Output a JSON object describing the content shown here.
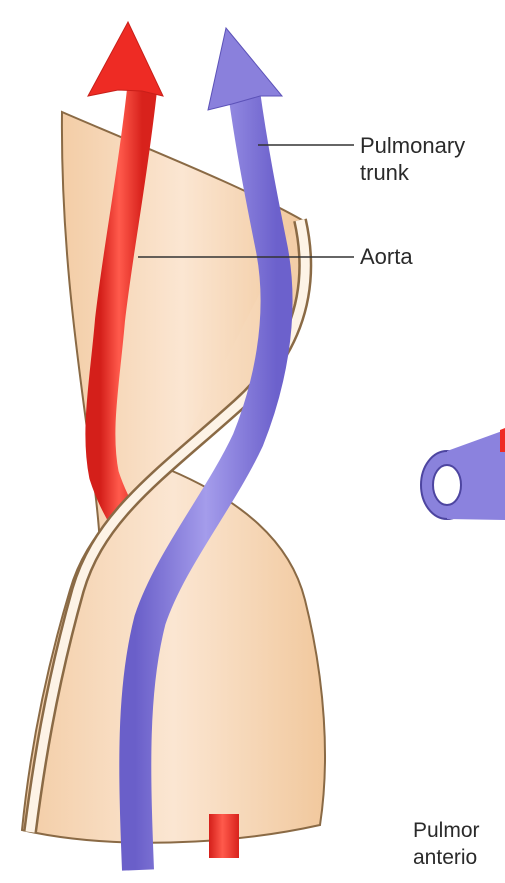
{
  "labels": {
    "pulmonary_trunk_line1": "Pulmonary",
    "pulmonary_trunk_line2": "trunk",
    "aorta": "Aorta",
    "bottom_line1": "Pulmor",
    "bottom_line2": "anterio"
  },
  "colors": {
    "aorta": "#ee2b24",
    "pulmonary_trunk": "#7f74d8",
    "septum_fill": "#f9dcc0",
    "septum_outline": "#8a6a45",
    "background": "#ffffff"
  }
}
